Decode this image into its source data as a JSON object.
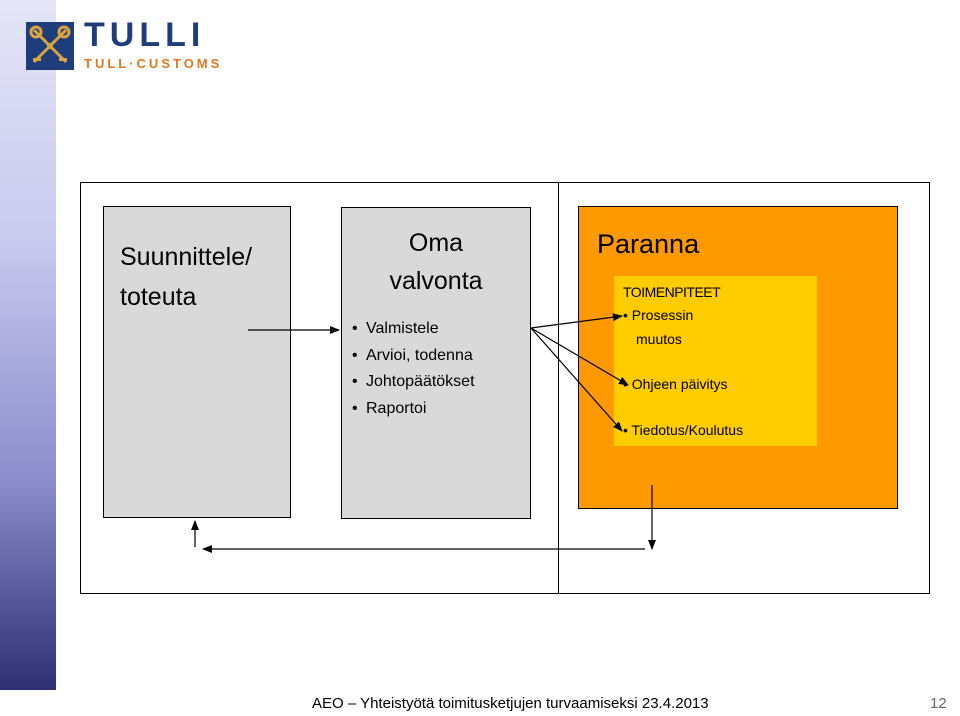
{
  "logo": {
    "name": "TULLI",
    "subtitle": "TULL·CUSTOMS"
  },
  "diagram": {
    "plan_box": {
      "title": "Suunnittele/\ntoteuta"
    },
    "check_box": {
      "title": "Oma\nvalvonta",
      "items": [
        "Valmistele",
        "Arvioi, todenna",
        "Johtopäätökset",
        "Raportoi"
      ]
    },
    "act_box": {
      "title": "Paranna",
      "heading": "TOIMENPITEET",
      "items": [
        "Prosessin",
        "muutos",
        "Ohjeen päivitys",
        "Tiedotus/Koulutus"
      ]
    }
  },
  "footer": {
    "text": "AEO – Yhteistyötä toimitusketjujen turvaamiseksi 23.4.2013",
    "page": "12"
  },
  "colors": {
    "act_box": "#ff9900",
    "inner_box": "#ffcc00",
    "grey_boxes": "#d9d9d9",
    "brand_blue": "#1f3d7a",
    "brand_orange": "#e0781e"
  }
}
